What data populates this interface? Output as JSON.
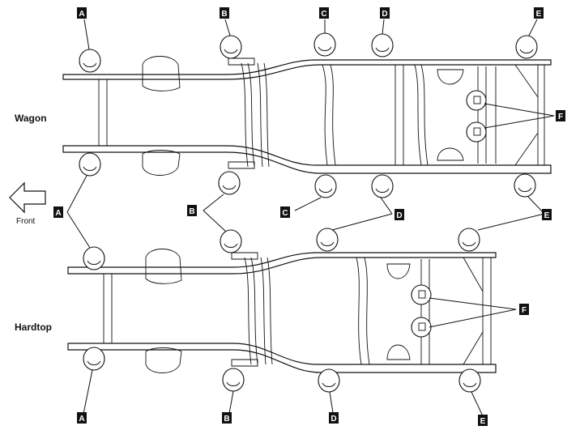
{
  "labels": {
    "wagon": "Wagon",
    "hardtop": "Hardtop",
    "front": "Front"
  },
  "markers": {
    "A": "A",
    "B": "B",
    "C": "C",
    "D": "D",
    "E": "E",
    "F": "F"
  }
}
